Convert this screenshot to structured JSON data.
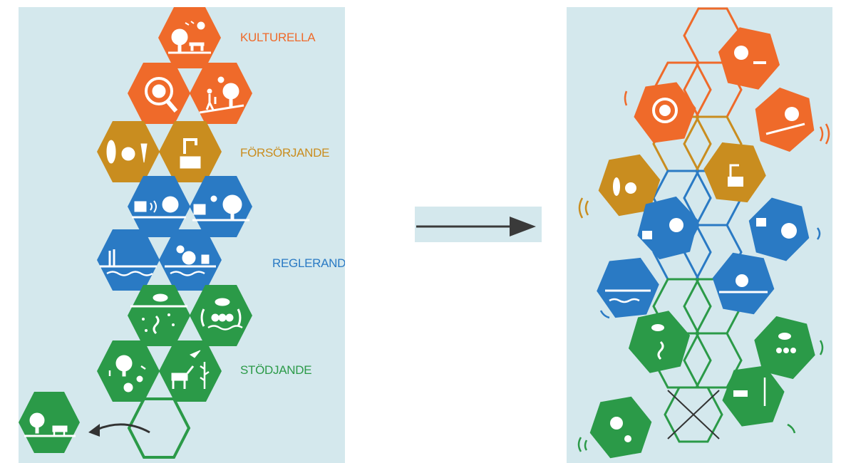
{
  "labels": {
    "kulturella": "KULTURELLA",
    "forsorjande": "FÖRSÖRJANDE",
    "reglerande": "REGLERANDE",
    "stodjande": "STÖDJANDE"
  },
  "colors": {
    "kulturella": "#ef6a2a",
    "forsorjande": "#c98d1f",
    "reglerande": "#2a7ac4",
    "stodjande": "#2b9a48",
    "background": "#d4e8ed",
    "arrow": "#3a3a3a"
  }
}
